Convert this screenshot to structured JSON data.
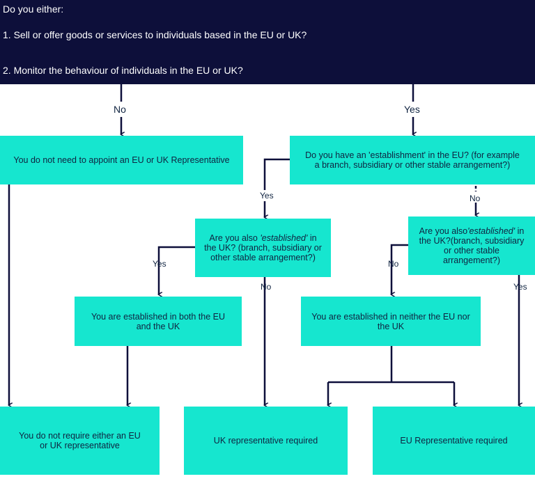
{
  "header": {
    "question": "Do you either:",
    "option1": "1. Sell or offer goods or services to individuals based in the EU or UK?",
    "option2": "2. Monitor the behaviour of individuals in the EU or UK?"
  },
  "colors": {
    "header_bg": "#0d0f3a",
    "box_bg": "#16e6cf",
    "line": "#0d0f3a",
    "text": "#0f2340"
  },
  "nodes": {
    "no_need": "You do not need to appoint an EU or UK Representative",
    "eu_establishment_q": "Do you have an 'establishment' in the EU? (for example a branch, subsidiary or other stable arrangement?)",
    "uk_q_left_pre": "Are you also",
    "uk_q_left_em": "'established'",
    "uk_q_left_post": "in the UK? (branch, subsidiary or other stable arrangement?)",
    "uk_q_right_pre": "Are you also",
    "uk_q_right_em": "'established'",
    "uk_q_right_post": "in the UK?(branch, subsidiary or other stable arrangement?)",
    "both": "You are established in both the EU and the UK",
    "neither": "You are established in neither the EU nor the UK",
    "no_require": "You do not require either an EU or UK representative",
    "uk_rep": "UK representative required",
    "eu_rep": "EU Representative required"
  },
  "edges": {
    "no": "No",
    "yes": "Yes"
  }
}
